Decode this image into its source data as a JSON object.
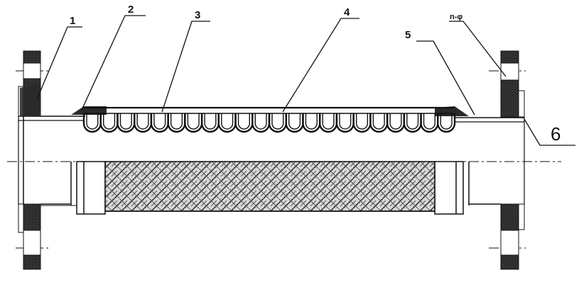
{
  "diagram": {
    "callouts": [
      {
        "id": "1",
        "label": "1"
      },
      {
        "id": "2",
        "label": "2"
      },
      {
        "id": "3",
        "label": "3"
      },
      {
        "id": "4",
        "label": "4"
      },
      {
        "id": "5",
        "label": "5"
      },
      {
        "id": "n-phi",
        "label": "n-φ"
      },
      {
        "id": "6",
        "label": "6"
      }
    ],
    "bellows_convolutions": 22,
    "colors": {
      "line": "#111111",
      "flange_fill": "#3a3a3a",
      "weld_fill": "#2a2a2a",
      "braid_fill": "#bdbdbd",
      "background": "#ffffff"
    }
  }
}
